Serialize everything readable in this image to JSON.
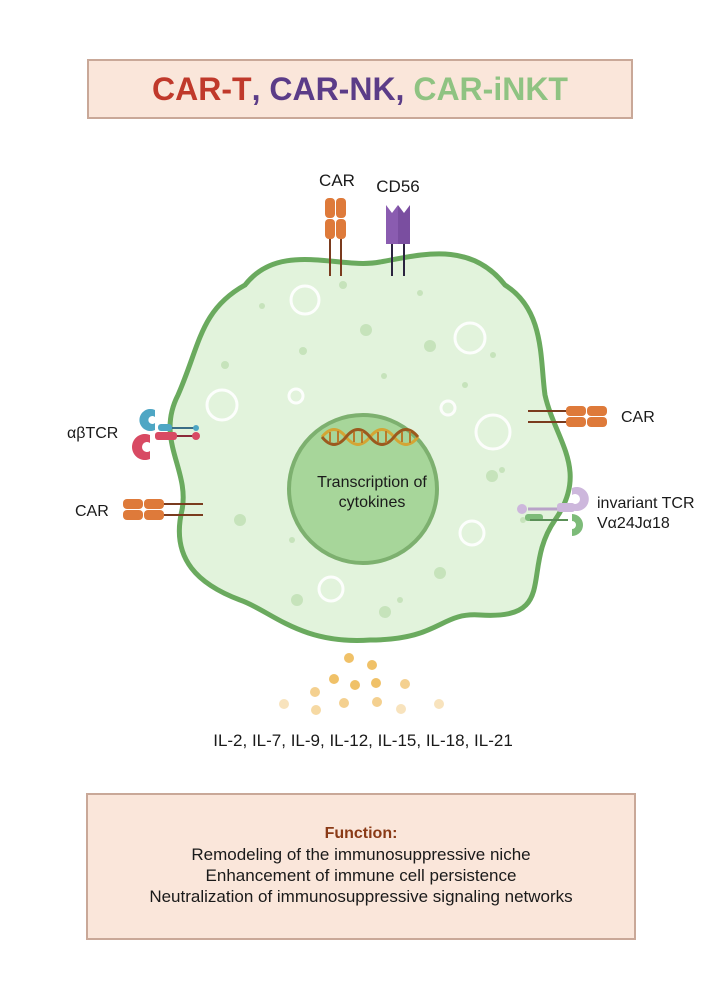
{
  "title": {
    "part1": "CAR-T",
    "sep1": ", ",
    "part2": "CAR-NK",
    "sep2": ", ",
    "part3": "CAR-iNKT",
    "colors": {
      "part1": "#c0392b",
      "part2": "#5b3c88",
      "part3": "#8fc382",
      "sep": "#5b3c88"
    }
  },
  "labels": {
    "car_top": "CAR",
    "cd56": "CD56",
    "ab_tcr": "αβTCR",
    "car_left": "CAR",
    "car_right": "CAR",
    "invariant_tcr_line1": "invariant TCR",
    "invariant_tcr_line2": "Vα24Jα18",
    "nucleus_line1": "Transcription of",
    "nucleus_line2": "cytokines",
    "cytokines": "IL-2, IL-7, IL-9, IL-12, IL-15, IL-18, IL-21"
  },
  "function": {
    "heading": "Function:",
    "items": [
      "Remodeling of the immunosuppressive niche",
      "Enhancement of immune cell persistence",
      "Neutralization of immunosuppressive signaling networks"
    ]
  },
  "colors": {
    "cell_fill": "#e2f3dc",
    "cell_border": "#6aaa5e",
    "nucleus_fill": "#a7d69a",
    "car_orange": "#de7a3a",
    "cd56_purple": "#8a5cb0",
    "tcr_blue": "#4ea6c4",
    "tcr_pink": "#d84a63",
    "itcr_lilac": "#cdb7dc",
    "itcr_green": "#7dbb79",
    "dna_brown": "#9b5a1e",
    "dna_gold": "#d4a534",
    "cytokine_dot": "#f3c87a",
    "box_fill": "#fae6da",
    "box_border": "#c9a898",
    "function_heading": "#8a3a16"
  }
}
